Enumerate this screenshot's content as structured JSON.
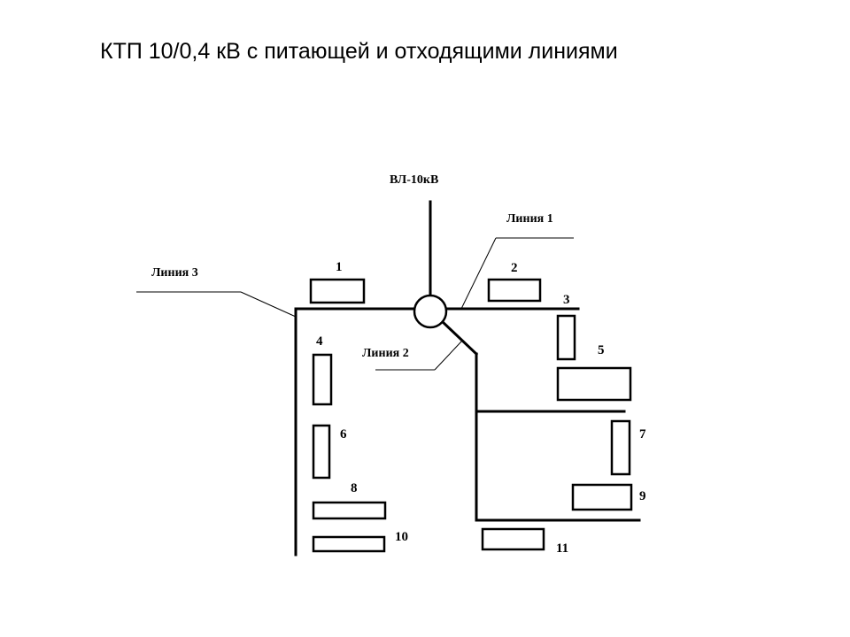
{
  "title": "КТП 10/0,4 кВ с питающей и отходящими линиями",
  "diagram": {
    "feeder_label": "ВЛ-10кВ",
    "lines": {
      "line1": "Линия 1",
      "line2": "Линия 2",
      "line3": "Линия 3"
    },
    "consumers": [
      "1",
      "2",
      "3",
      "4",
      "5",
      "6",
      "7",
      "8",
      "9",
      "10",
      "11"
    ],
    "colors": {
      "stroke": "#000000",
      "background": "#ffffff"
    }
  }
}
